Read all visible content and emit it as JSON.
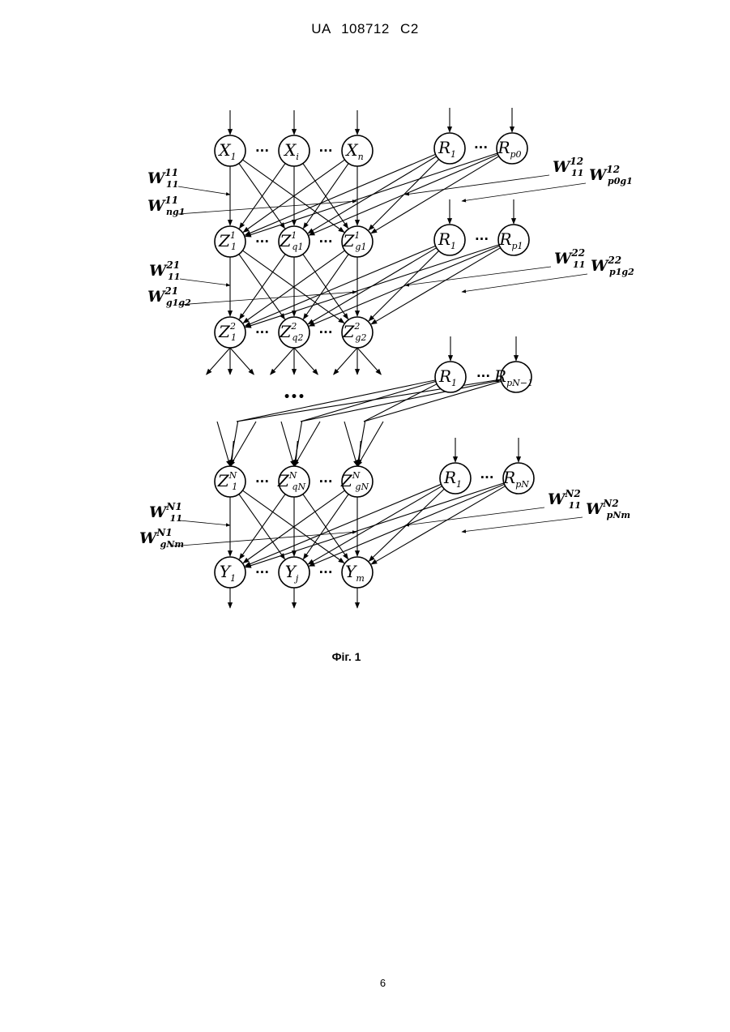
{
  "header": {
    "text": "UA   108712   C2"
  },
  "caption": "Фіг. 1",
  "page_number": "6",
  "ellipsis": "···",
  "vertical_ellipsis": "•••",
  "layers": [
    {
      "id": "X",
      "nodes": [
        {
          "id": "X1",
          "base": "X",
          "sub": "1",
          "sup": ""
        },
        {
          "id": "Xi",
          "base": "X",
          "sub": "i",
          "sup": ""
        },
        {
          "id": "Xn",
          "base": "X",
          "sub": "n",
          "sup": ""
        }
      ]
    },
    {
      "id": "Z1",
      "nodes": [
        {
          "id": "Z1_1",
          "base": "Z",
          "sub": "1",
          "sup": "1"
        },
        {
          "id": "Z1_q",
          "base": "Z",
          "sub": "q1",
          "sup": "1"
        },
        {
          "id": "Z1_g",
          "base": "Z",
          "sub": "g1",
          "sup": "1"
        }
      ]
    },
    {
      "id": "Z2",
      "nodes": [
        {
          "id": "Z2_1",
          "base": "Z",
          "sub": "1",
          "sup": "2"
        },
        {
          "id": "Z2_q",
          "base": "Z",
          "sub": "q2",
          "sup": "2"
        },
        {
          "id": "Z2_g",
          "base": "Z",
          "sub": "g2",
          "sup": "2"
        }
      ]
    },
    {
      "id": "ZN",
      "nodes": [
        {
          "id": "ZN_1",
          "base": "Z",
          "sub": "1",
          "sup": "N"
        },
        {
          "id": "ZN_q",
          "base": "Z",
          "sub": "qN",
          "sup": "N"
        },
        {
          "id": "ZN_g",
          "base": "Z",
          "sub": "gN",
          "sup": "N"
        }
      ]
    },
    {
      "id": "Y",
      "nodes": [
        {
          "id": "Y1",
          "base": "Y",
          "sub": "1",
          "sup": ""
        },
        {
          "id": "Yj",
          "base": "Y",
          "sub": "j",
          "sup": ""
        },
        {
          "id": "Ym",
          "base": "Y",
          "sub": "m",
          "sup": ""
        }
      ]
    }
  ],
  "r_groups": [
    {
      "id": "R0",
      "nodes": [
        {
          "id": "R0_1",
          "base": "R",
          "sub": "1",
          "sup": ""
        },
        {
          "id": "R0_p",
          "base": "R",
          "sub": "p0",
          "sup": ""
        }
      ]
    },
    {
      "id": "R1",
      "nodes": [
        {
          "id": "R1_1",
          "base": "R",
          "sub": "1",
          "sup": ""
        },
        {
          "id": "R1_p",
          "base": "R",
          "sub": "p1",
          "sup": ""
        }
      ]
    },
    {
      "id": "RN1",
      "nodes": [
        {
          "id": "RN1_1",
          "base": "R",
          "sub": "1",
          "sup": ""
        },
        {
          "id": "RN1_p",
          "base": "R",
          "sub": "pN−1",
          "sup": ""
        }
      ]
    },
    {
      "id": "RN",
      "nodes": [
        {
          "id": "RN_1",
          "base": "R",
          "sub": "1",
          "sup": ""
        },
        {
          "id": "RN_p",
          "base": "R",
          "sub": "pN",
          "sup": ""
        }
      ]
    }
  ],
  "weights": [
    {
      "id": "W11_11",
      "base": "W",
      "sup": "11",
      "sub": "11"
    },
    {
      "id": "W11_ng1",
      "base": "W",
      "sup": "11",
      "sub": "ng1"
    },
    {
      "id": "W12_11",
      "base": "W",
      "sup": "12",
      "sub": "11"
    },
    {
      "id": "W12_p0g1",
      "base": "W",
      "sup": "12",
      "sub": "p0g1"
    },
    {
      "id": "W21_11",
      "base": "W",
      "sup": "21",
      "sub": "11"
    },
    {
      "id": "W21_g1g2",
      "base": "W",
      "sup": "21",
      "sub": "g1g2"
    },
    {
      "id": "W22_11",
      "base": "W",
      "sup": "22",
      "sub": "11"
    },
    {
      "id": "W22_p1g2",
      "base": "W",
      "sup": "22",
      "sub": "p1g2"
    },
    {
      "id": "WN1_11",
      "base": "W",
      "sup": "N1",
      "sub": "11"
    },
    {
      "id": "WN1_gNm",
      "base": "W",
      "sup": "N1",
      "sub": "gNm"
    },
    {
      "id": "WN2_11",
      "base": "W",
      "sup": "N2",
      "sub": "11"
    },
    {
      "id": "WN2_pNm",
      "base": "W",
      "sup": "N2",
      "sub": "pNm"
    }
  ]
}
